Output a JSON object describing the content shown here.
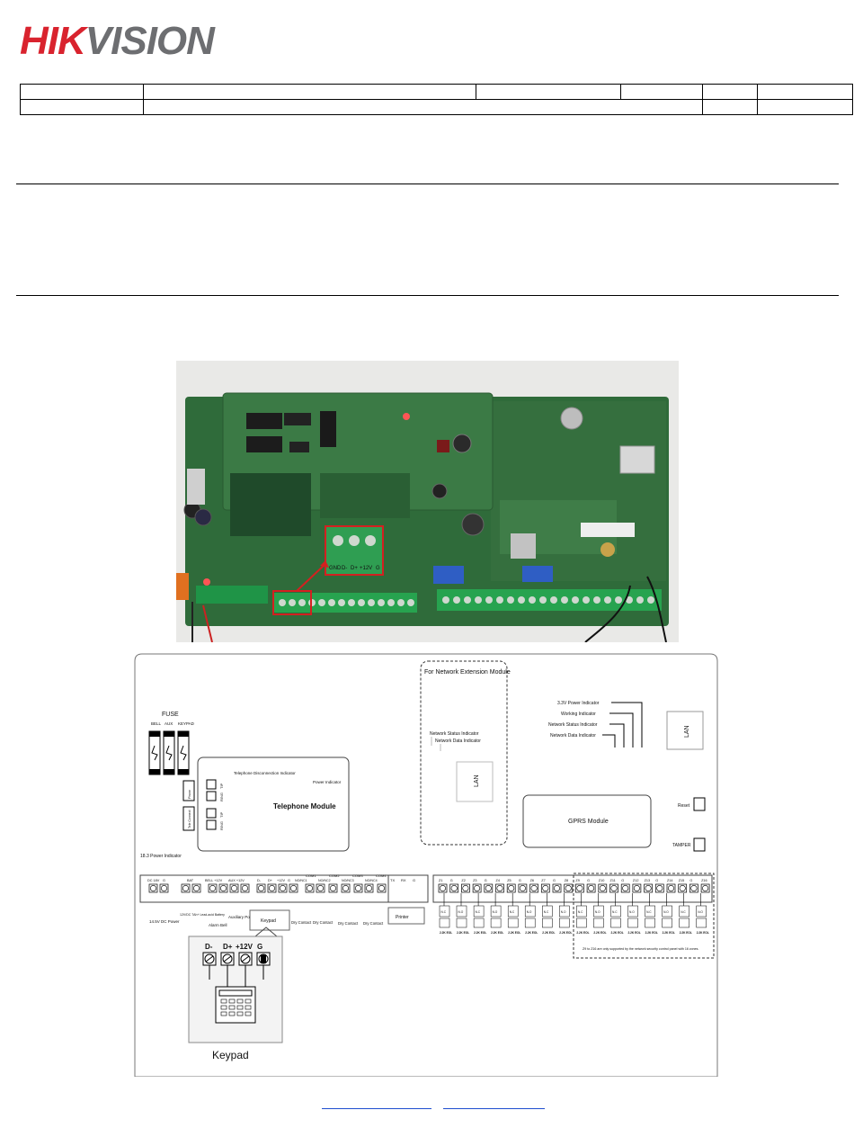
{
  "brand": {
    "logo_hik": "HIK",
    "logo_vision": "VISION",
    "color_red": "#d9232e",
    "color_gray": "#6d6e71"
  },
  "photo": {
    "terminal_labels": [
      "GND",
      "D-",
      "D+",
      "+12V",
      "G"
    ]
  },
  "diagram": {
    "network_extension_title": "For Network Extension Module",
    "network_status_indicator": "Network Status Indicator",
    "network_data_indicator_small": "Network Data Indicator",
    "lan_small": "LAN",
    "fuse_title": "FUSE",
    "fuse_labels": [
      "BELL",
      "AUX",
      "KEYPAD"
    ],
    "telephone_disconnection_indicator": "Telephone Disconnection Indicator",
    "power_indicator": "Power Indicator",
    "telephone_module": "Telephone Module",
    "phone_side_labels": [
      "Phone",
      "Tele Connect"
    ],
    "line_labels": [
      "TIP",
      "RING",
      "TIP",
      "RING"
    ],
    "power_3v3": "3.3V Power Indicator",
    "working_indicator": "Working Indicator",
    "network_status_indicator_right": "Network Status Indicator",
    "network_data_indicator_right": "Network Data Indicator",
    "lan_right": "LAN",
    "gprs_module": "GPRS Module",
    "reset": "Reset",
    "tamper": "TAMPER",
    "power_indicator_bottom": "18.3 Power Indicator",
    "left_terminals": {
      "dc_label": "DC 18V",
      "gnd_label": "G",
      "bat_label": "BAT",
      "bell_label": "BELL +12V",
      "aux_label": "AUX +12V",
      "power": "14.5V DC Power",
      "battery": "12V/DC 7Ah+ Lead-acid Battery",
      "alarm_bell": "Alarm Bell",
      "aux_power": "Auxiliary Power Interface",
      "keypad_box": "Keypad",
      "keypad_terminals": [
        "D-",
        "D+",
        "+12V",
        "G"
      ]
    },
    "relays": {
      "com_labels": [
        "COM1",
        "COM2",
        "COM3",
        "COM4"
      ],
      "nonc_labels": [
        "NO/NC1",
        "NO/NC2",
        "NO/NC3",
        "NO/NC4"
      ],
      "dry_contact": "Dry Contact"
    },
    "printer": {
      "label": "Printer",
      "terminals": [
        "TX",
        "RX",
        "G"
      ]
    },
    "zones": {
      "labels": [
        "Z1",
        "G",
        "Z2",
        "Z3",
        "G",
        "Z4",
        "Z5",
        "G",
        "Z6",
        "Z7",
        "G",
        "Z8",
        "Z9",
        "G",
        "Z10",
        "Z11",
        "G",
        "Z12",
        "Z13",
        "G",
        "Z14",
        "Z15",
        "G",
        "Z16"
      ],
      "resistor": "2.2K EOL",
      "no": "N.O",
      "nc": "N.C",
      "note": "Z9 to Z16 are only supported by the network security control panel with 16 zones."
    },
    "keypad_detail": {
      "terminals": [
        "D-",
        "D+",
        "+12V",
        "G"
      ],
      "caption": "Keypad"
    }
  }
}
